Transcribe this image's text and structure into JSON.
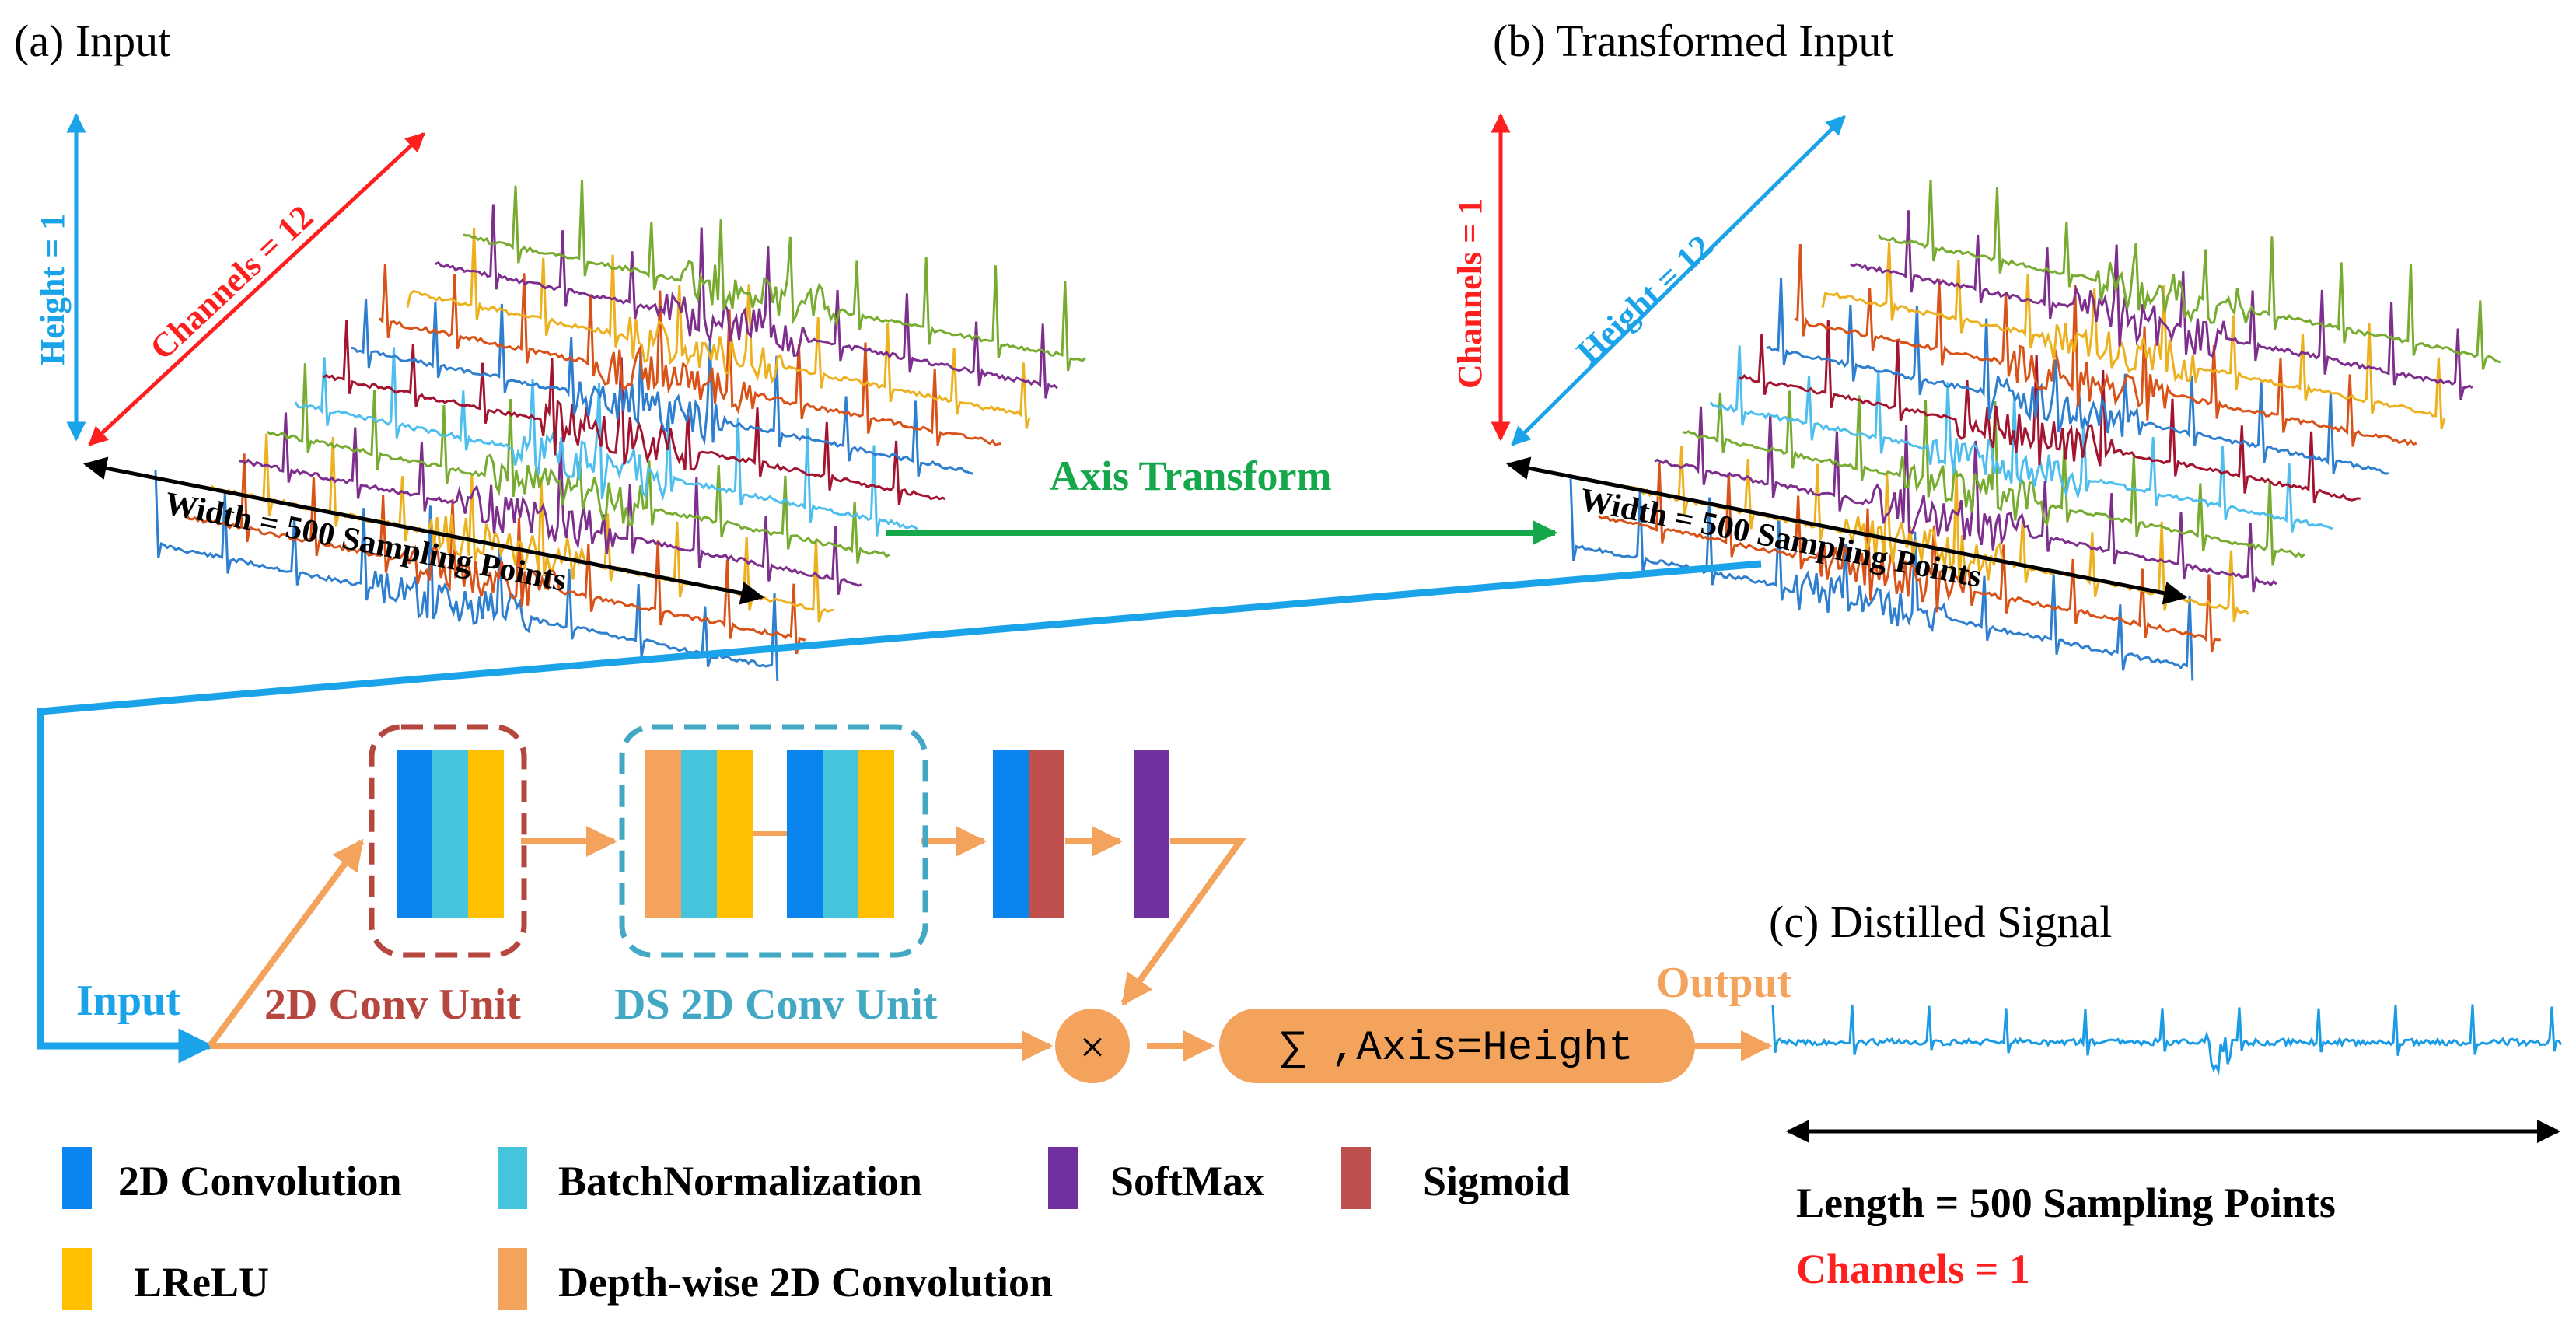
{
  "panels": {
    "a_title": "(a) Input",
    "b_title": "(b) Transformed Input",
    "c_title": "(c) Distilled Signal"
  },
  "panel_a": {
    "height_label": "Height = 1",
    "channels_label": "Channels = 12",
    "width_label": "Width = 500 Sampling Points"
  },
  "panel_b": {
    "channels_label": "Channels = 1",
    "height_label": "Height = 12",
    "width_label": "Width = 500 Sampling Points"
  },
  "transform_label": "Axis Transform",
  "network": {
    "input_label": "Input",
    "conv_unit_label": "2D Conv Unit",
    "ds_conv_unit_label": "DS 2D Conv Unit",
    "multiply_symbol": "×",
    "sum_label": "∑ ,Axis=Height",
    "output_label": "Output"
  },
  "panel_c": {
    "length_label": "Length = 500 Sampling Points",
    "channels_label": "Channels = 1"
  },
  "legend": [
    {
      "label": "2D Convolution",
      "color": "#0a84ef"
    },
    {
      "label": "BatchNormalization",
      "color": "#45c4dc"
    },
    {
      "label": "SoftMax",
      "color": "#7030a0"
    },
    {
      "label": "Sigmoid",
      "color": "#c0504d"
    },
    {
      "label": "LReLU",
      "color": "#ffc000"
    },
    {
      "label": "Depth-wise 2D Convolution",
      "color": "#f4a35c"
    }
  ],
  "colors": {
    "blue_arrow": "#1aa3e8",
    "red_arrow": "#ff1f1f",
    "green_arrow": "#14a84b",
    "orange_flow": "#f4a35c",
    "conv_unit_border": "#b5473f",
    "ds_unit_border": "#42a8c4",
    "trace_colors": [
      "#2f7fd0",
      "#d95319",
      "#edb120",
      "#7e2f8e",
      "#77ac30",
      "#4dbeee",
      "#a2142f"
    ]
  }
}
